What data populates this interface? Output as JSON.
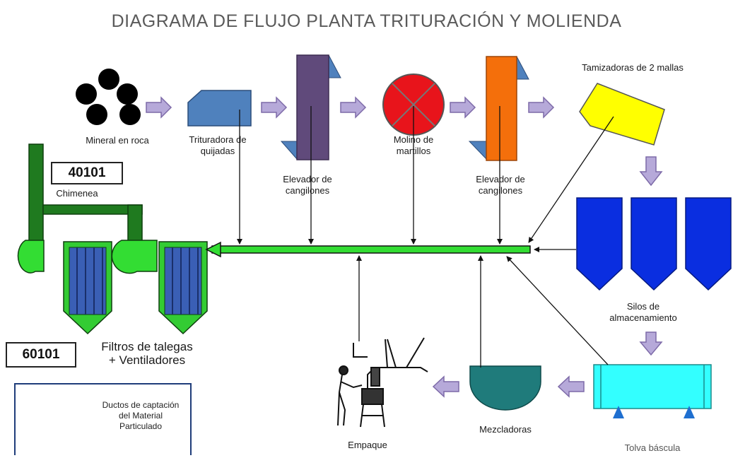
{
  "title": "DIAGRAMA DE FLUJO PLANTA TRITURACIÓN Y MOLIENDA",
  "nodes": {
    "mineral": "Mineral en roca",
    "trituradora": "Trituradora de quijadas",
    "elevador1": "Elevador de cangilones",
    "molino": "Molino de martillos",
    "elevador2": "Elevador de cangilones",
    "tamizadoras": "Tamizadoras de 2 mallas",
    "silos": "Silos de almacenamiento",
    "tolva": "Tolva báscula",
    "mezcladoras": "Mezcladoras",
    "empaque": "Empaque",
    "filtros_line1": "Filtros de talegas",
    "filtros_line2": "+ Ventiladores",
    "chimenea": "Chimenea"
  },
  "codes": {
    "code1": "40101",
    "code2": "60101"
  },
  "legend": {
    "text": "Ductos de captación del Material Particulado"
  },
  "colors": {
    "rock": "#000000",
    "crusher": "#4f81bd",
    "elevator1": "#604a7b",
    "mill": "#e8141b",
    "elevator2": "#f46f0b",
    "screen": "#ffff00",
    "silo": "#0a2ee0",
    "hopper": "#33ffff",
    "mixer": "#1f7b7b",
    "duct": "#33dd33",
    "chimney": "#1f7a1f",
    "filter": "#33cc33",
    "flow_arrow": "#8c7ab8"
  },
  "icons": [
    "rock-icon",
    "crusher-icon",
    "bucket-elevator-icon",
    "hammer-mill-icon",
    "screen-icon",
    "silo-icon",
    "hopper-scale-icon",
    "mixer-icon",
    "worker-packing-icon",
    "bag-filter-icon",
    "chimney-icon"
  ]
}
